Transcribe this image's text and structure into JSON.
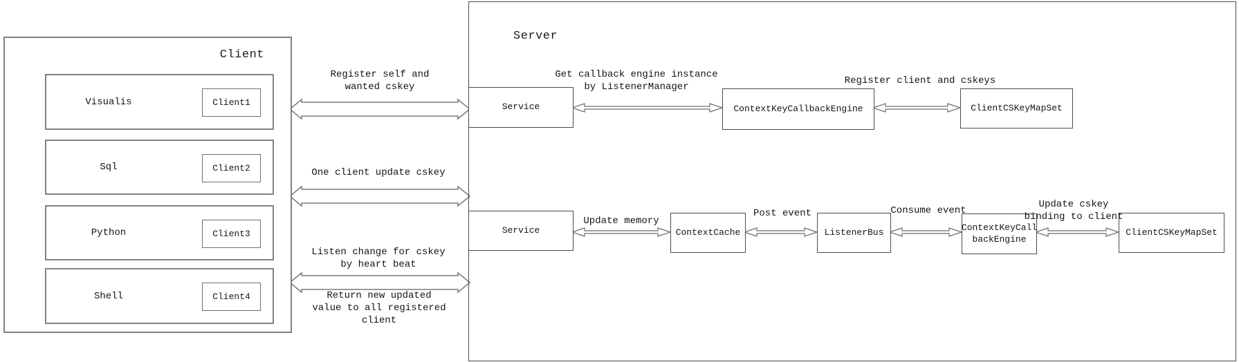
{
  "colors": {
    "background": "#ffffff",
    "line": "#7a7a7a",
    "box_border": "#4a4a4a",
    "text": "#141414"
  },
  "client": {
    "title": "Client",
    "rows": [
      {
        "name": "Visualis",
        "client_id": "Client1"
      },
      {
        "name": "Sql",
        "client_id": "Client2"
      },
      {
        "name": "Python",
        "client_id": "Client3"
      },
      {
        "name": "Shell",
        "client_id": "Client4"
      }
    ]
  },
  "server": {
    "title": "Server",
    "top_flow": {
      "service": "Service",
      "engine": "ContextKeyCallbackEngine",
      "mapset": "ClientCSKeyMapSet",
      "get_engine_label": "Get callback engine instance\nby ListenerManager",
      "register_label": "Register client and cskeys"
    },
    "bottom_flow": {
      "service": "Service",
      "cache": "ContextCache",
      "bus": "ListenerBus",
      "engine": "ContextKeyCall\nbackEngine",
      "mapset": "ClientCSKeyMapSet",
      "update_memory_label": "Update memory",
      "post_event_label": "Post event",
      "consume_event_label": "Consume event",
      "update_cskey_label": "Update cskey\nbinding to client"
    }
  },
  "flows": {
    "register_self": "Register self and\nwanted cskey",
    "one_client_update": "One client update cskey",
    "listen_change": "Listen change for cskey\nby heart beat",
    "return_updated": "Return new updated\nvalue to all registered\nclient"
  }
}
